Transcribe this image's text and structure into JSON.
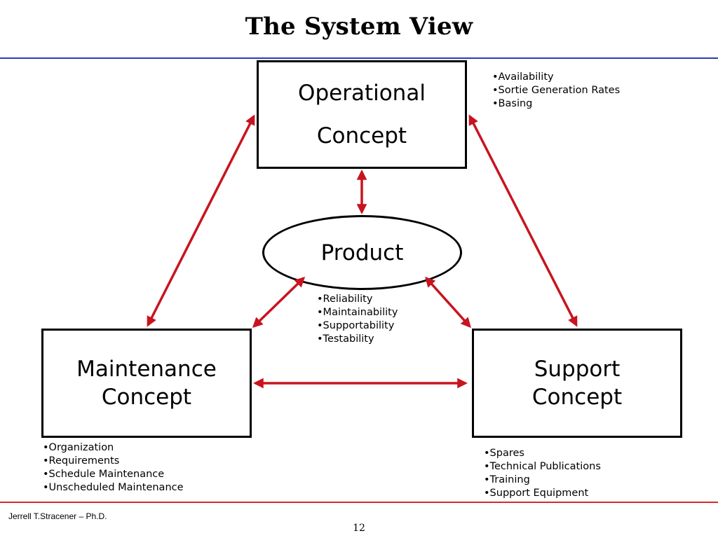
{
  "slide": {
    "title": "The System View",
    "footer_author": "Jerrell T.Stracener – Ph.D.",
    "page_number": "12"
  },
  "nodes": {
    "operational": "Operational\nConcept",
    "product": "Product",
    "maintenance": "Maintenance\nConcept",
    "support": "Support\nConcept"
  },
  "bullets": {
    "operational": [
      "•Availability",
      "•Sortie Generation Rates",
      "•Basing"
    ],
    "product": [
      "•Reliability",
      "•Maintainability",
      "•Supportability",
      "•Testability"
    ],
    "maintenance": [
      "•Organization",
      "•Requirements",
      "•Schedule Maintenance",
      "•Unscheduled Maintenance"
    ],
    "support": [
      "•Spares",
      "•Technical Publications",
      "•Training",
      "•Support Equipment"
    ]
  },
  "colors": {
    "arrow": "#c8141e",
    "top_rule": "#2f3bb5",
    "bottom_rule": "#d62a2a"
  }
}
